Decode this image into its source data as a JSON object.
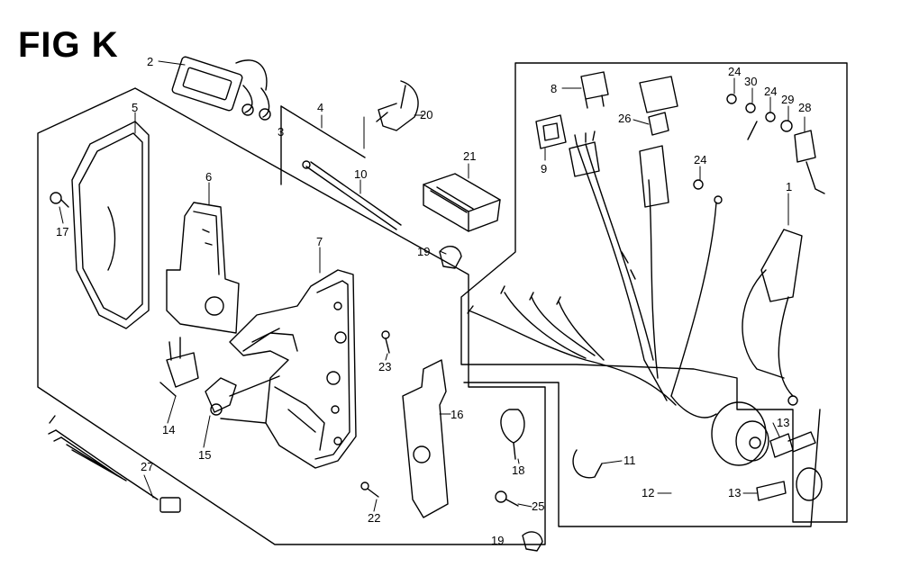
{
  "figure": {
    "title": "FIG K",
    "line_color": "#000000",
    "background": "#ffffff"
  },
  "callouts": [
    {
      "id": "c2",
      "text": "2"
    },
    {
      "id": "c3",
      "text": "3"
    },
    {
      "id": "c4",
      "text": "4"
    },
    {
      "id": "c5",
      "text": "5"
    },
    {
      "id": "c6",
      "text": "6"
    },
    {
      "id": "c7",
      "text": "7"
    },
    {
      "id": "c8",
      "text": "8"
    },
    {
      "id": "c9",
      "text": "9"
    },
    {
      "id": "c10",
      "text": "10"
    },
    {
      "id": "c11",
      "text": "11"
    },
    {
      "id": "c12",
      "text": "12"
    },
    {
      "id": "c13a",
      "text": "13"
    },
    {
      "id": "c13b",
      "text": "13"
    },
    {
      "id": "c14",
      "text": "14"
    },
    {
      "id": "c15",
      "text": "15"
    },
    {
      "id": "c16",
      "text": "16"
    },
    {
      "id": "c17",
      "text": "17"
    },
    {
      "id": "c18",
      "text": "18"
    },
    {
      "id": "c19a",
      "text": "19"
    },
    {
      "id": "c19b",
      "text": "19"
    },
    {
      "id": "c20",
      "text": "20"
    },
    {
      "id": "c21",
      "text": "21"
    },
    {
      "id": "c22",
      "text": "22"
    },
    {
      "id": "c23",
      "text": "23"
    },
    {
      "id": "c24a",
      "text": "24"
    },
    {
      "id": "c24b",
      "text": "24"
    },
    {
      "id": "c24c",
      "text": "24"
    },
    {
      "id": "c25",
      "text": "25"
    },
    {
      "id": "c26",
      "text": "26"
    },
    {
      "id": "c27",
      "text": "27"
    },
    {
      "id": "c28",
      "text": "28"
    },
    {
      "id": "c29",
      "text": "29"
    },
    {
      "id": "c30",
      "text": "30"
    },
    {
      "id": "c1",
      "text": "1"
    }
  ]
}
